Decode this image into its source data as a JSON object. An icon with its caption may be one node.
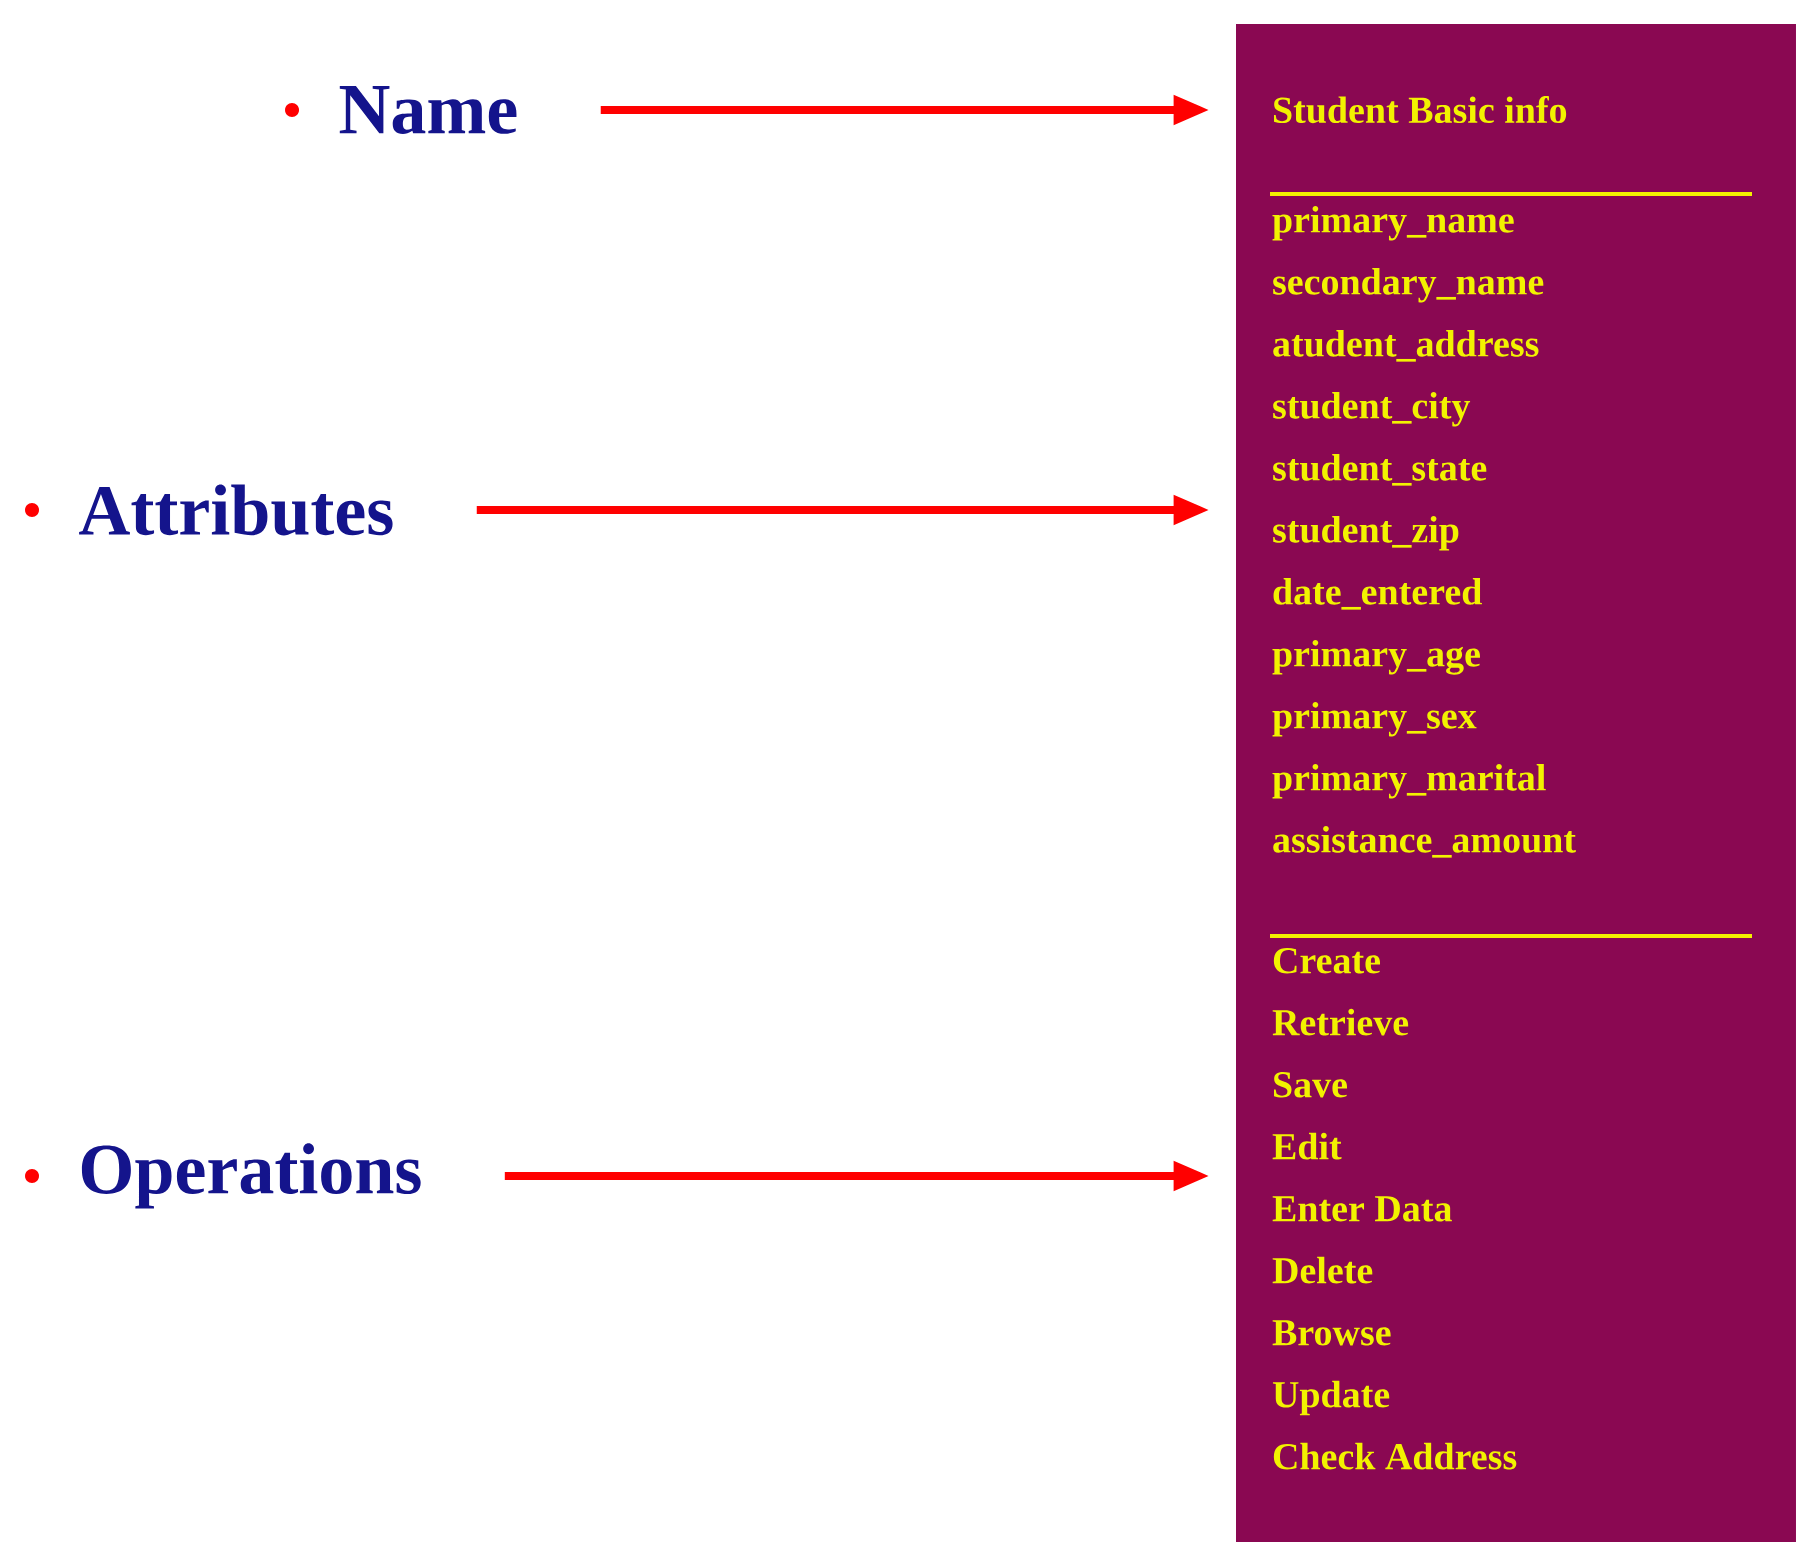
{
  "diagram": {
    "nodes": [
      {
        "text": [
          "Name"
        ]
      },
      {
        "text": [
          "Attributes"
        ]
      },
      {
        "text": [
          "Operations"
        ]
      },
      {
        "text": [],
        "shape": "box"
      },
      {
        "text": [
          "Student Basic info"
        ],
        "in": 3
      },
      {
        "text": [
          "primary_name",
          "secondary_name",
          "atudent_address",
          "student_city",
          "student_state",
          "student_zip",
          "date_entered",
          "primary_age",
          "primary_sex",
          "primary_marital",
          "assistance_amount"
        ],
        "in": 3
      },
      {
        "text": [
          "Create",
          "Retrieve",
          "Save",
          "Edit",
          "Enter Data",
          "Delete",
          "Browse",
          "Update",
          "Check Address"
        ],
        "in": 3
      }
    ],
    "edges": [
      {
        "from": 0,
        "to": 4,
        "arrow": "to"
      },
      {
        "from": 1,
        "to": 5,
        "arrow": "to"
      },
      {
        "from": 2,
        "to": 6,
        "arrow": "to"
      }
    ]
  }
}
